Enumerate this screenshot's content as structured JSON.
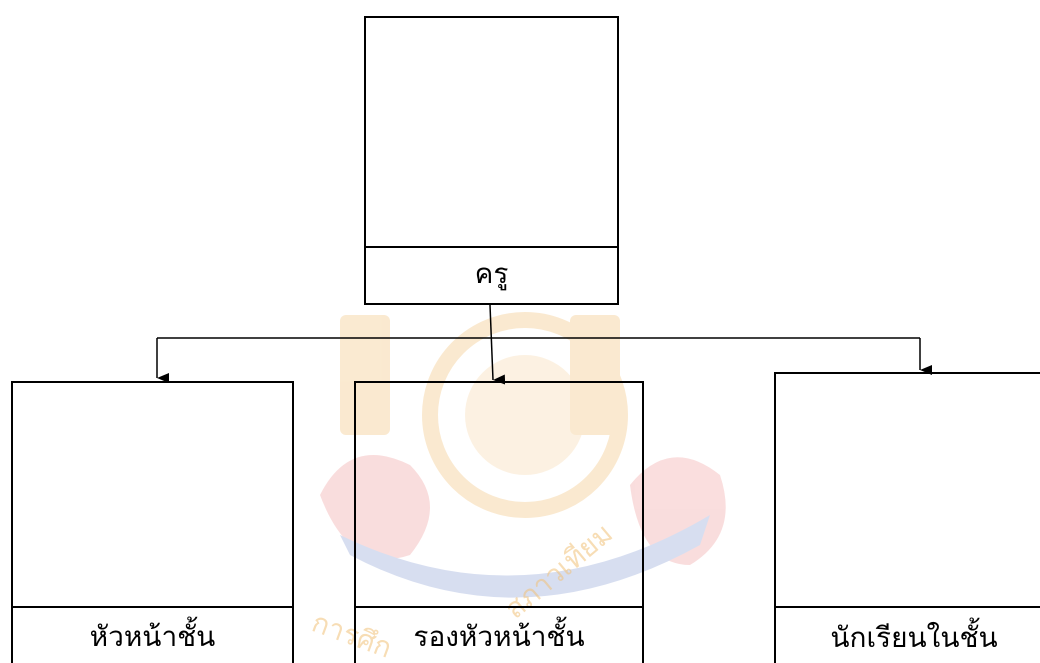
{
  "diagram": {
    "root": {
      "label": "ครู"
    },
    "children": [
      {
        "label": "หัวหน้าชั้น"
      },
      {
        "label": "รองหัวหน้าชั้น"
      },
      {
        "label": "นักเรียนในชั้น"
      }
    ]
  },
  "watermark": {
    "text_left": "การศึก",
    "text_right": "สภาวเทียม",
    "colors": {
      "gold": "#f1c27a",
      "blue": "#8ea3d6",
      "red": "#f0a0a0"
    }
  },
  "style": {
    "line_color": "#000000"
  }
}
